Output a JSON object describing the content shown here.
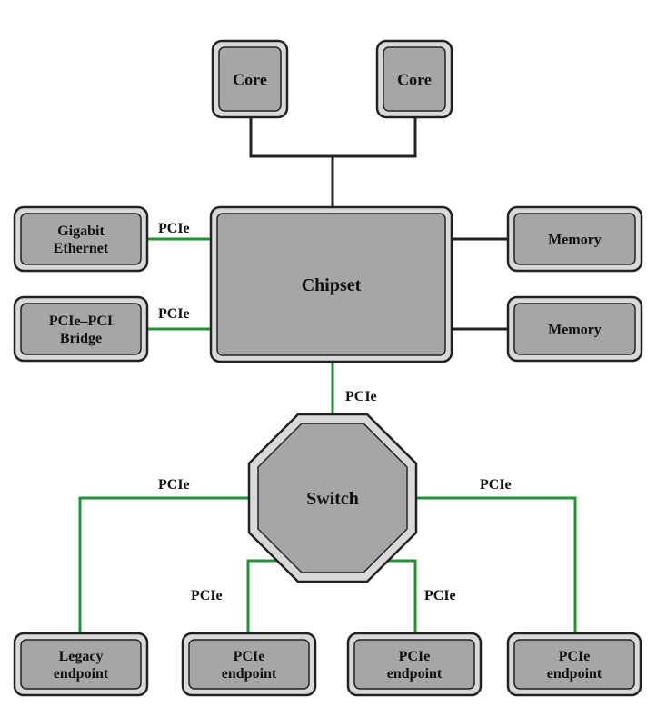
{
  "diagram": {
    "colors": {
      "box_fill": "#a6a6a6",
      "box_outer_fill": "#d9d9d9",
      "box_stroke": "#222222",
      "pcie_link": "#1f9437",
      "system_link": "#222222"
    },
    "nodes": {
      "core_1": {
        "lines": [
          "Core"
        ]
      },
      "core_2": {
        "lines": [
          "Core"
        ]
      },
      "chipset": {
        "lines": [
          "Chipset"
        ]
      },
      "gigabit_ethernet": {
        "lines": [
          "Gigabit",
          "Ethernet"
        ]
      },
      "pcie_pci_bridge": {
        "lines": [
          "PCIe–PCI",
          "Bridge"
        ]
      },
      "memory_1": {
        "lines": [
          "Memory"
        ]
      },
      "memory_2": {
        "lines": [
          "Memory"
        ]
      },
      "switch": {
        "lines": [
          "Switch"
        ]
      },
      "legacy_endpoint": {
        "lines": [
          "Legacy",
          "endpoint"
        ]
      },
      "pcie_endpoint_1": {
        "lines": [
          "PCIe",
          "endpoint"
        ]
      },
      "pcie_endpoint_2": {
        "lines": [
          "PCIe",
          "endpoint"
        ]
      },
      "pcie_endpoint_3": {
        "lines": [
          "PCIe",
          "endpoint"
        ]
      }
    },
    "link_labels": {
      "ethernet_link": "PCIe",
      "bridge_link": "PCIe",
      "chipset_switch_link": "PCIe",
      "legacy_link": "PCIe",
      "endpoint_1_link": "PCIe",
      "endpoint_2_link": "PCIe",
      "endpoint_3_link": "PCIe"
    }
  }
}
